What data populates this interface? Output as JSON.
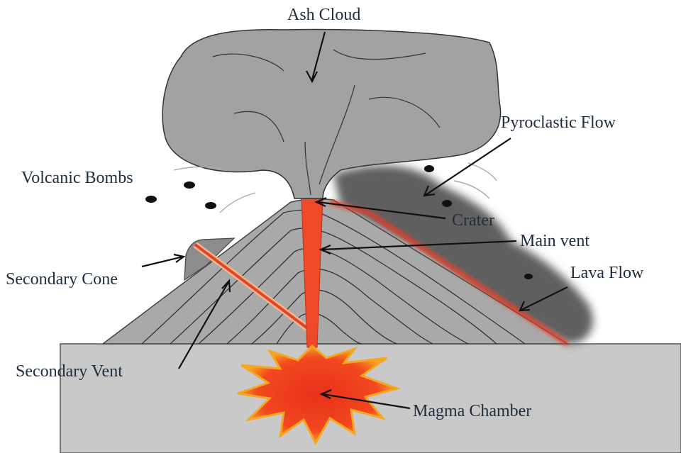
{
  "title": "Volcano cross-section diagram",
  "labels": {
    "ash_cloud": "Ash Cloud",
    "pyroclastic_flow": "Pyroclastic Flow",
    "volcanic_bombs": "Volcanic Bombs",
    "crater": "Crater",
    "main_vent": "Main vent",
    "secondary_cone": "Secondary Cone",
    "lava_flow": "Lava Flow",
    "secondary_vent": "Secondary Vent",
    "magma_chamber": "Magma Chamber"
  },
  "colors": {
    "text": "#1f2d3d",
    "ground": "#c9c9c9",
    "cone": "#a8a8a8",
    "magma": "#f03a1e",
    "magma_edge": "#f5a623",
    "ash": "#9a9a9a",
    "pyroclastic": "#5a5a5a"
  }
}
